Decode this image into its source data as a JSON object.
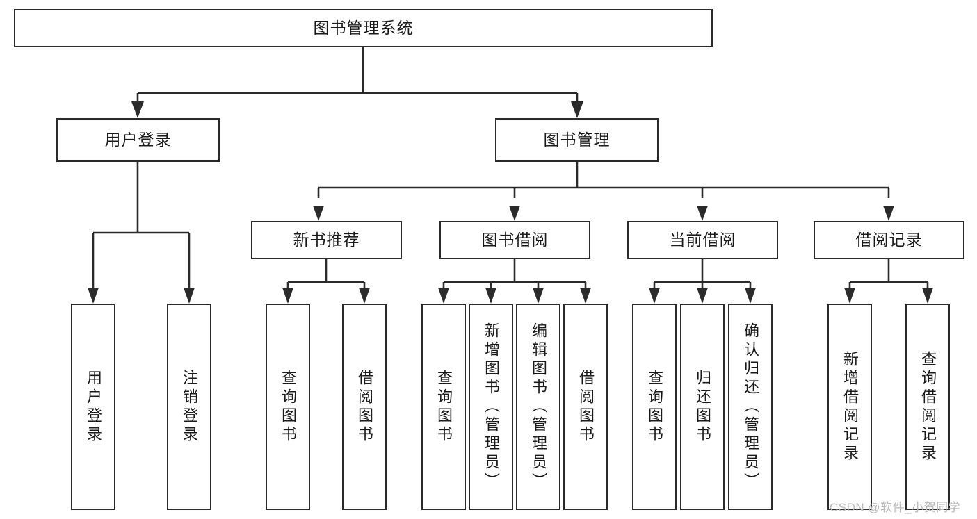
{
  "diagram": {
    "title": "图书管理系统",
    "type": "tree-hierarchy",
    "root": {
      "label": "图书管理系统"
    },
    "level2": [
      {
        "label": "用户登录"
      },
      {
        "label": "图书管理"
      }
    ],
    "level3": [
      {
        "label": "新书推荐"
      },
      {
        "label": "图书借阅"
      },
      {
        "label": "当前借阅"
      },
      {
        "label": "借阅记录"
      }
    ],
    "leaves": {
      "user_login": [
        {
          "label": "用户登录"
        },
        {
          "label": "注销登录"
        }
      ],
      "new_book_recommend": [
        {
          "label": "查询图书"
        },
        {
          "label": "借阅图书"
        }
      ],
      "book_borrow": [
        {
          "label": "查询图书"
        },
        {
          "label": "新增图书（管理员）"
        },
        {
          "label": "编辑图书（管理员）"
        },
        {
          "label": "借阅图书"
        }
      ],
      "current_borrow": [
        {
          "label": "查询图书"
        },
        {
          "label": "归还图书"
        },
        {
          "label": "确认归还（管理员）"
        }
      ],
      "borrow_record": [
        {
          "label": "新增借阅记录"
        },
        {
          "label": "查询借阅记录"
        }
      ]
    }
  },
  "watermark": {
    "text": "CSDN @软件_小贺同学"
  },
  "colors": {
    "stroke": "#2b2b2b",
    "fill": "#ffffff",
    "text": "#1a1a1a",
    "watermark": "#b9b9b9"
  }
}
